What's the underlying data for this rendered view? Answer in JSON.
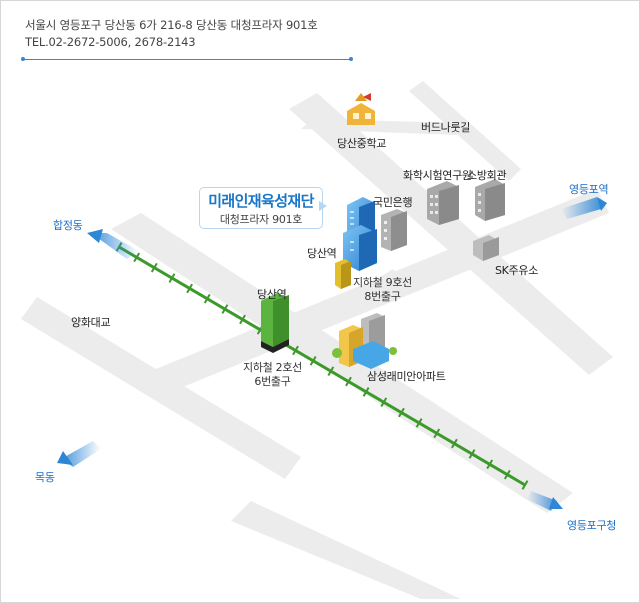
{
  "address": {
    "line1": "서울시 영등포구 당산동 6가 216-8 당산동 대청프라자 901호",
    "line2": "TEL.02-2672-5006, 2678-2143"
  },
  "destination": {
    "name": "미래인재육성재단",
    "sub": "대청프라자 901호",
    "accent": "#1976c8"
  },
  "directions": {
    "hapjeong": "합정동",
    "mokdong": "목동",
    "yeongdeungpo_station": "영등포역",
    "yeongdeungpo_office": "영등포구청"
  },
  "landmarks": {
    "dangsan_middle_school": "당산중학교",
    "beodnarugil": "버드나룻길",
    "chemical_institute": "화학시험연구원",
    "fire_hall": "소방회관",
    "kookmin_bank": "국민은행",
    "dangsan_station_line9": "당산역",
    "sk_gas": "SK주유소",
    "dangsan_station_line2": "당산역",
    "yanghwa_bridge": "양화대교",
    "samsung_raemian": "삼성래미안아파트"
  },
  "exits": {
    "line9": [
      "지하철 9호선",
      "8번출구"
    ],
    "line2": [
      "지하철 2호선",
      "6번출구"
    ]
  },
  "colors": {
    "road": "#ececec",
    "subway_line2": "#3c9a2a",
    "line9_station": "#c8a41c",
    "line2_station": "#4ea93a",
    "building": "#9a9a9a",
    "direction_arrow": "#2e87d6"
  }
}
